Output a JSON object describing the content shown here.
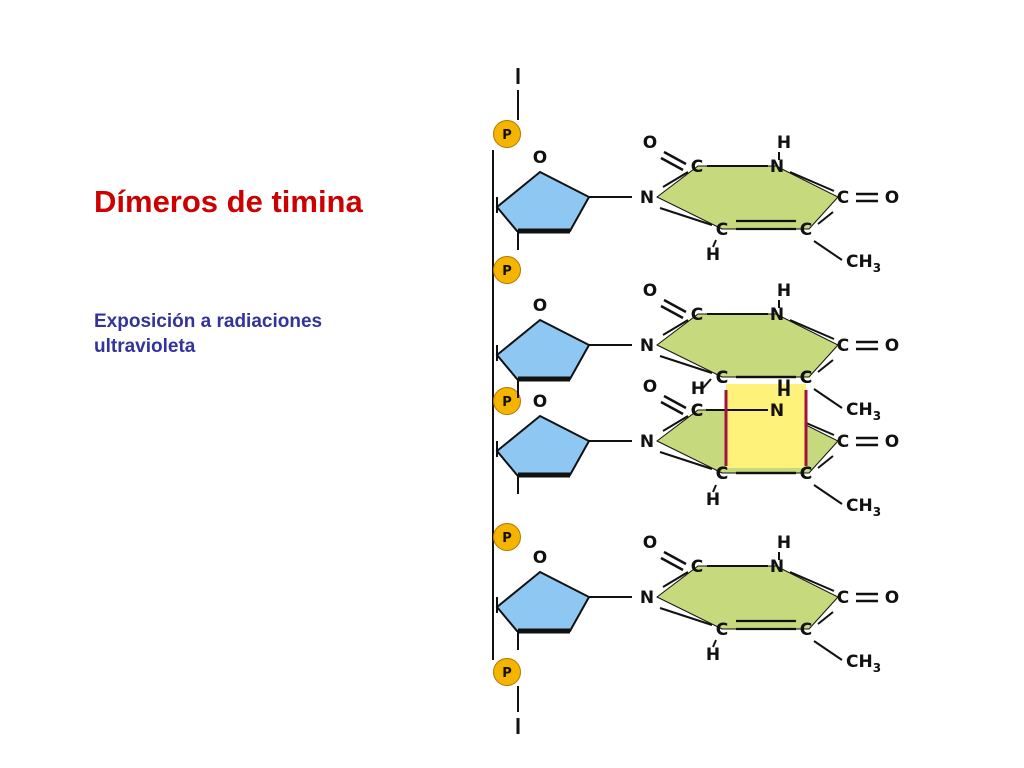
{
  "title": "Dímeros de timina",
  "subtitle_lines": [
    "Exposición a radiaciones",
    "ultravioleta"
  ],
  "colors": {
    "title": "#cc0000",
    "subtitle": "#333399",
    "phosphate": "#f4b400",
    "sugar": "#8ec8f2",
    "base": "#c6d97c",
    "dimer_ring": "#fff27a",
    "dimer_bond": "#a0143c"
  },
  "labels": {
    "phosphate": "P",
    "oxygen": "O",
    "carbon": "C",
    "nitrogen": "N",
    "hydrogen": "H",
    "methyl": "CH",
    "methyl_subscript": "3"
  }
}
